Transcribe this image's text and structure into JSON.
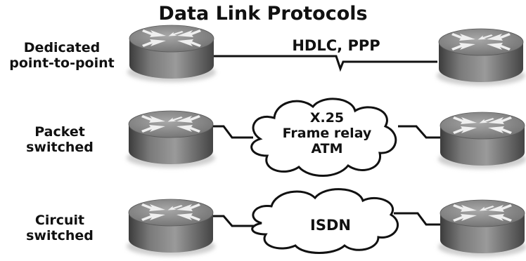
{
  "title": "Data Link Protocols",
  "rows": [
    {
      "label_line1": "Dedicated",
      "label_line2": "point-to-point",
      "protocols": [
        "HDLC, PPP"
      ]
    },
    {
      "label_line1": "Packet",
      "label_line2": "switched",
      "protocols": [
        "X.25",
        "Frame relay",
        "ATM"
      ]
    },
    {
      "label_line1": "Circuit",
      "label_line2": "switched",
      "protocols": [
        "ISDN"
      ]
    }
  ],
  "icons": {
    "router": "router-icon",
    "cloud": "cloud-icon",
    "link": "serial-link"
  }
}
